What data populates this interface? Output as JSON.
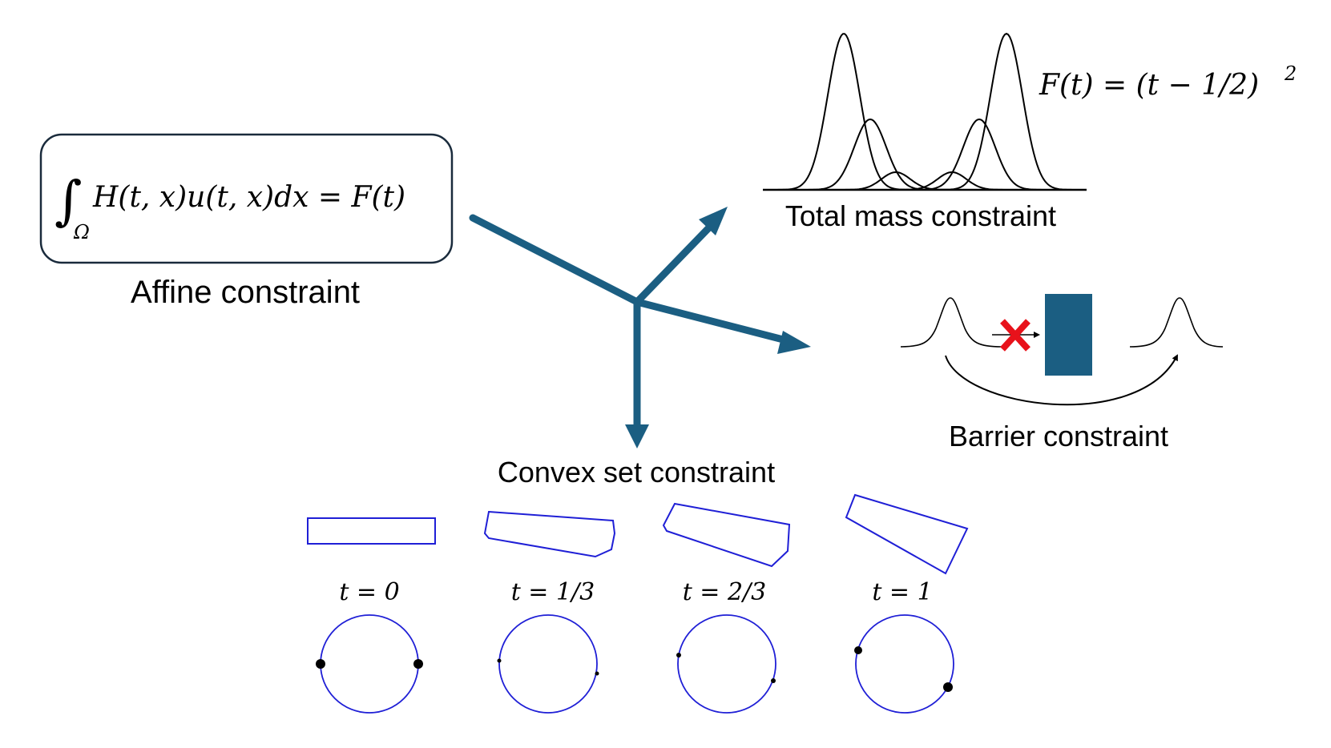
{
  "colors": {
    "arrow": "#1b5e82",
    "barrier_block": "#1b5e82",
    "cross": "#e8121b",
    "polygon": "#1f1fd6",
    "circle": "#1f1fd6",
    "curve": "#000000"
  },
  "affine": {
    "formula": "∫Ω H(t, x)u(t, x)dx = F(t)",
    "formula_main": "H(t, x)u(t, x)dx = F(t)",
    "formula_integral": "∫",
    "formula_domain": "Ω",
    "caption": "Affine constraint"
  },
  "total_mass": {
    "caption": "Total mass constraint",
    "formula": "F(t) = (t − 1/2)",
    "formula_exponent": "2"
  },
  "barrier": {
    "caption": "Barrier constraint",
    "cross_icon": "cross-icon"
  },
  "convex": {
    "caption": "Convex set constraint",
    "time_labels": [
      "t = 0",
      "t = 1/3",
      "t = 2/3",
      "t = 1"
    ]
  }
}
